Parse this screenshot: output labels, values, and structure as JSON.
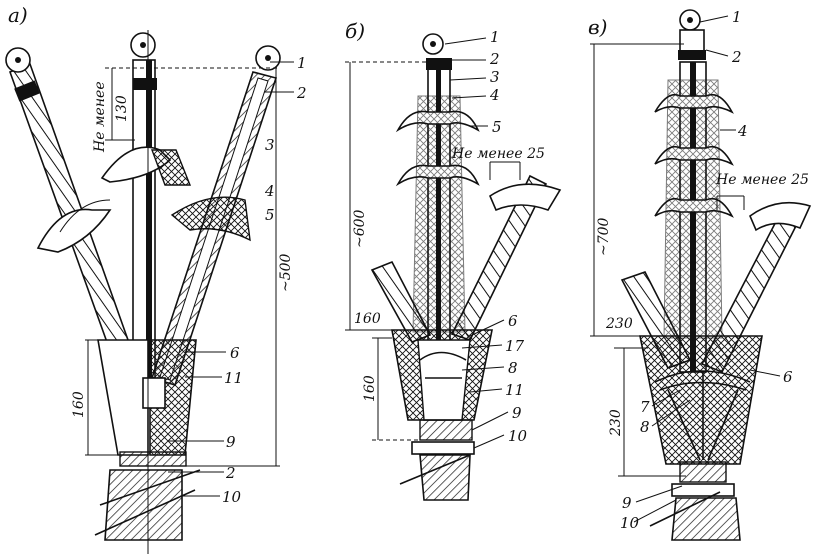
{
  "panels": {
    "a": {
      "label": "а)",
      "parts": [
        "1",
        "2",
        "3",
        "4",
        "5",
        "6",
        "11",
        "9",
        "2",
        "10"
      ],
      "dims": {
        "top": "130",
        "mid": "~500",
        "low": "160"
      },
      "note": "Не менее"
    },
    "b": {
      "label": "б)",
      "parts": [
        "1",
        "2",
        "3",
        "4",
        "5",
        "6",
        "17",
        "8",
        "11",
        "9",
        "10"
      ],
      "dims": {
        "top": "160",
        "height": "~600",
        "low": "160"
      },
      "note": "Не менее 25"
    },
    "c": {
      "label": "в)",
      "parts": [
        "1",
        "2",
        "4",
        "6",
        "7",
        "8",
        "9",
        "10"
      ],
      "dims": {
        "top": "230",
        "height": "~700",
        "low": "230"
      },
      "note": "Не менее 25"
    }
  },
  "palette": {
    "ink": "#111111",
    "paper": "#ffffff"
  }
}
